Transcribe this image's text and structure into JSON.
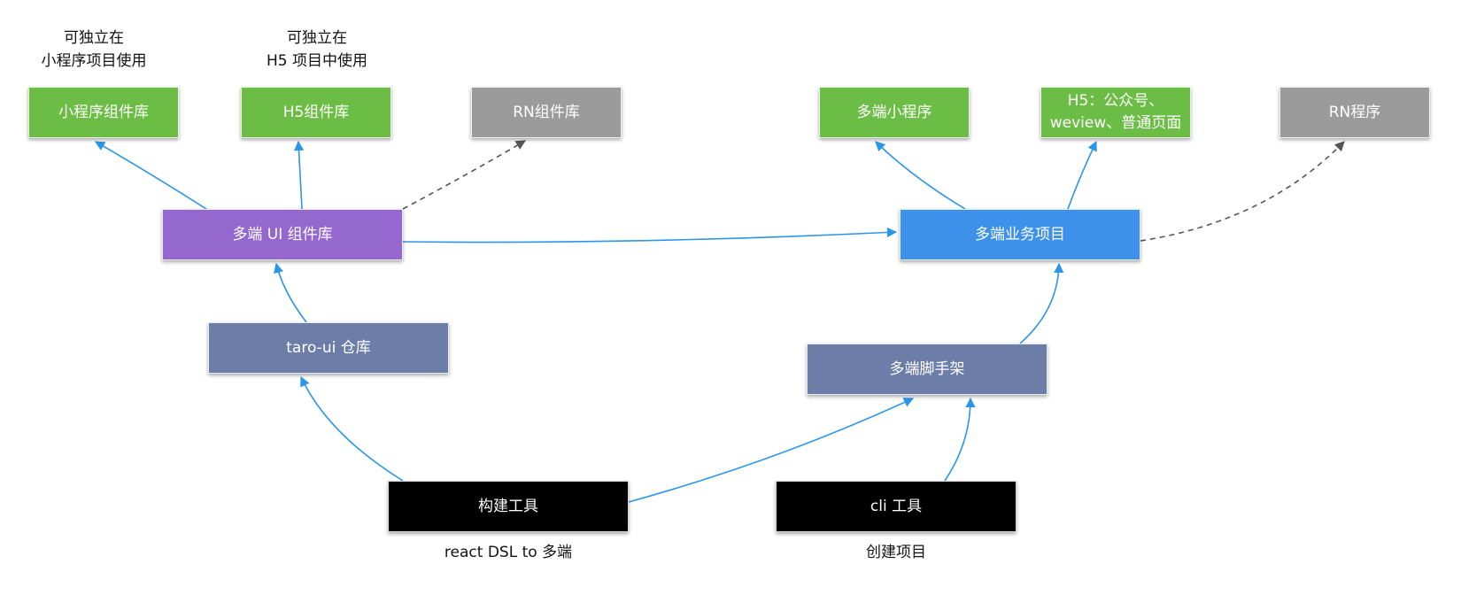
{
  "colors": {
    "green": "#6cbd45",
    "gray": "#9b9b9b",
    "purple": "#9568cf",
    "blue": "#3d91ea",
    "slate": "#6c7ea7",
    "black": "#000000",
    "edge_solid": "#2b95ea",
    "edge_dashed": "#555555"
  },
  "nodes": {
    "mini_lib": "小程序组件库",
    "h5_lib": "H5组件库",
    "rn_lib": "RN组件库",
    "multi_mini": "多端小程序",
    "h5_pages": "H5：公众号、\nweview、普通页面",
    "rn_app": "RN程序",
    "ui_lib": "多端 UI 组件库",
    "biz_project": "多端业务项目",
    "taro_ui": "taro-ui 仓库",
    "scaffold": "多端脚手架",
    "build_tool": "构建工具",
    "cli_tool": "cli 工具"
  },
  "notes": {
    "mini_standalone": "可独立在\n小程序项目使用",
    "h5_standalone": "可独立在\nH5 项目中使用",
    "build_desc": "react DSL to 多端",
    "cli_desc": "创建项目"
  },
  "edges": [
    {
      "from": "ui_lib",
      "to": "mini_lib",
      "style": "solid"
    },
    {
      "from": "ui_lib",
      "to": "h5_lib",
      "style": "solid"
    },
    {
      "from": "ui_lib",
      "to": "rn_lib",
      "style": "dashed"
    },
    {
      "from": "ui_lib",
      "to": "biz_project",
      "style": "solid"
    },
    {
      "from": "biz_project",
      "to": "multi_mini",
      "style": "solid"
    },
    {
      "from": "biz_project",
      "to": "h5_pages",
      "style": "solid"
    },
    {
      "from": "biz_project",
      "to": "rn_app",
      "style": "dashed"
    },
    {
      "from": "taro_ui",
      "to": "ui_lib",
      "style": "solid"
    },
    {
      "from": "scaffold",
      "to": "biz_project",
      "style": "solid"
    },
    {
      "from": "build_tool",
      "to": "taro_ui",
      "style": "solid"
    },
    {
      "from": "build_tool",
      "to": "scaffold",
      "style": "solid"
    },
    {
      "from": "cli_tool",
      "to": "scaffold",
      "style": "solid"
    }
  ]
}
